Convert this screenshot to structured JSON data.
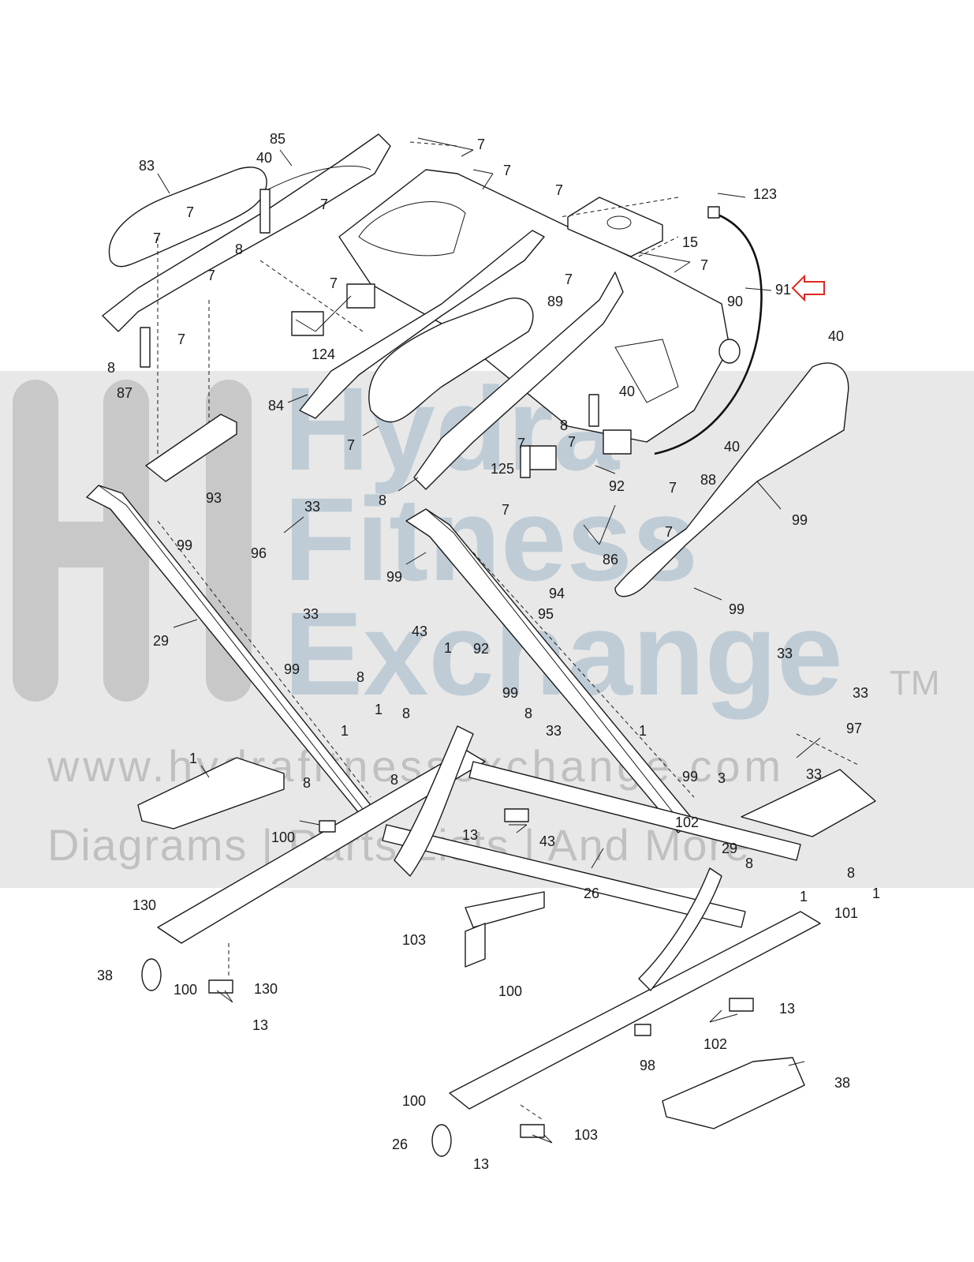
{
  "watermark": {
    "line1": "Hydra",
    "line2": "Fitness",
    "line3": "Exchange",
    "tm": "TM",
    "url": "www.hydrafitnessexchange.com",
    "tagline": "Diagrams | Parts Lists | And More"
  },
  "highlight_part": "91",
  "callouts": [
    {
      "id": "c85",
      "text": "85"
    },
    {
      "id": "c83",
      "text": "83"
    },
    {
      "id": "c40a",
      "text": "40"
    },
    {
      "id": "c7a",
      "text": "7"
    },
    {
      "id": "c7b",
      "text": "7"
    },
    {
      "id": "c7c",
      "text": "7"
    },
    {
      "id": "c7d",
      "text": "7"
    },
    {
      "id": "c7e",
      "text": "7"
    },
    {
      "id": "c7f",
      "text": "7"
    },
    {
      "id": "c123",
      "text": "123"
    },
    {
      "id": "c15",
      "text": "15"
    },
    {
      "id": "c7g",
      "text": "7"
    },
    {
      "id": "c8a",
      "text": "8"
    },
    {
      "id": "c7h",
      "text": "7"
    },
    {
      "id": "c7i",
      "text": "7"
    },
    {
      "id": "c7j",
      "text": "7"
    },
    {
      "id": "c91",
      "text": "91"
    },
    {
      "id": "c89",
      "text": "89"
    },
    {
      "id": "c90",
      "text": "90"
    },
    {
      "id": "c7k",
      "text": "7"
    },
    {
      "id": "c124",
      "text": "124"
    },
    {
      "id": "c40b",
      "text": "40"
    },
    {
      "id": "c8b",
      "text": "8"
    },
    {
      "id": "c87",
      "text": "87"
    },
    {
      "id": "c84",
      "text": "84"
    },
    {
      "id": "c7l",
      "text": "7"
    },
    {
      "id": "c40c",
      "text": "40"
    },
    {
      "id": "c8c",
      "text": "8"
    },
    {
      "id": "c7m",
      "text": "7"
    },
    {
      "id": "c7n",
      "text": "7"
    },
    {
      "id": "c40d",
      "text": "40"
    },
    {
      "id": "c125",
      "text": "125"
    },
    {
      "id": "c92a",
      "text": "92"
    },
    {
      "id": "c7o",
      "text": "7"
    },
    {
      "id": "c88",
      "text": "88"
    },
    {
      "id": "c8d",
      "text": "8"
    },
    {
      "id": "c7p",
      "text": "7"
    },
    {
      "id": "c7q",
      "text": "7"
    },
    {
      "id": "c86",
      "text": "86"
    },
    {
      "id": "c99a",
      "text": "99"
    },
    {
      "id": "c93",
      "text": "93"
    },
    {
      "id": "c33a",
      "text": "33"
    },
    {
      "id": "c99b",
      "text": "99"
    },
    {
      "id": "c96",
      "text": "96"
    },
    {
      "id": "c99c",
      "text": "99"
    },
    {
      "id": "c94",
      "text": "94"
    },
    {
      "id": "c99d",
      "text": "99"
    },
    {
      "id": "c33b",
      "text": "33"
    },
    {
      "id": "c95",
      "text": "95"
    },
    {
      "id": "c29a",
      "text": "29"
    },
    {
      "id": "c43a",
      "text": "43"
    },
    {
      "id": "c1a",
      "text": "1"
    },
    {
      "id": "c92b",
      "text": "92"
    },
    {
      "id": "c33c",
      "text": "33"
    },
    {
      "id": "c99e",
      "text": "99"
    },
    {
      "id": "c8e",
      "text": "8"
    },
    {
      "id": "c99f",
      "text": "99"
    },
    {
      "id": "c1b",
      "text": "1"
    },
    {
      "id": "c8f",
      "text": "8"
    },
    {
      "id": "c33d",
      "text": "33"
    },
    {
      "id": "c1c",
      "text": "1"
    },
    {
      "id": "c33e",
      "text": "33"
    },
    {
      "id": "c1d",
      "text": "1"
    },
    {
      "id": "c8g",
      "text": "8"
    },
    {
      "id": "c97",
      "text": "97"
    },
    {
      "id": "c1e",
      "text": "1"
    },
    {
      "id": "c8h",
      "text": "8"
    },
    {
      "id": "c8i",
      "text": "8"
    },
    {
      "id": "c99g",
      "text": "99"
    },
    {
      "id": "c3",
      "text": "3"
    },
    {
      "id": "c33f",
      "text": "33"
    },
    {
      "id": "c102a",
      "text": "102"
    },
    {
      "id": "c100a",
      "text": "100"
    },
    {
      "id": "c13a",
      "text": "13"
    },
    {
      "id": "c43b",
      "text": "43"
    },
    {
      "id": "c29b",
      "text": "29"
    },
    {
      "id": "c8j",
      "text": "8"
    },
    {
      "id": "c8k",
      "text": "8"
    },
    {
      "id": "c1f",
      "text": "1"
    },
    {
      "id": "c1g",
      "text": "1"
    },
    {
      "id": "c101",
      "text": "101"
    },
    {
      "id": "c26a",
      "text": "26"
    },
    {
      "id": "c130a",
      "text": "130"
    },
    {
      "id": "c103a",
      "text": "103"
    },
    {
      "id": "c38a",
      "text": "38"
    },
    {
      "id": "c100b",
      "text": "100"
    },
    {
      "id": "c130b",
      "text": "130"
    },
    {
      "id": "c100c",
      "text": "100"
    },
    {
      "id": "c13b",
      "text": "13"
    },
    {
      "id": "c13c",
      "text": "13"
    },
    {
      "id": "c102b",
      "text": "102"
    },
    {
      "id": "c98",
      "text": "98"
    },
    {
      "id": "c38b",
      "text": "38"
    },
    {
      "id": "c100d",
      "text": "100"
    },
    {
      "id": "c103b",
      "text": "103"
    },
    {
      "id": "c26b",
      "text": "26"
    },
    {
      "id": "c13d",
      "text": "13"
    }
  ]
}
